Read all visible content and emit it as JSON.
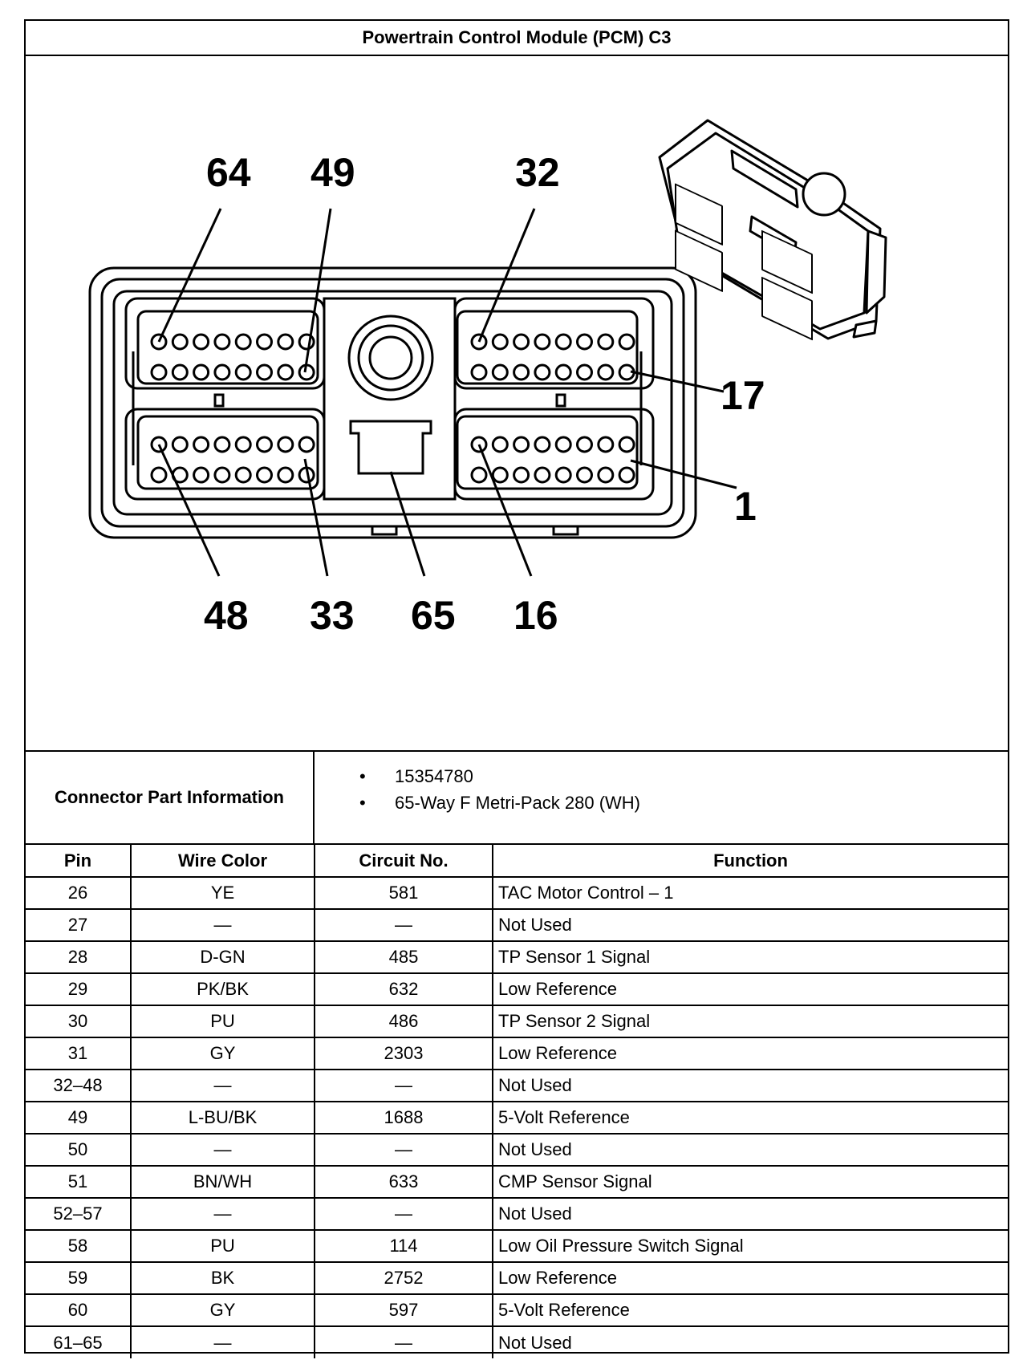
{
  "title": "Powertrain Control Module (PCM) C3",
  "diagram": {
    "pin_labels": [
      {
        "text": "64"
      },
      {
        "text": "49"
      },
      {
        "text": "32"
      },
      {
        "text": "17"
      },
      {
        "text": "1"
      },
      {
        "text": "48"
      },
      {
        "text": "33"
      },
      {
        "text": "65"
      },
      {
        "text": "16"
      }
    ]
  },
  "connector_info": {
    "label": "Connector Part Information",
    "items": [
      "15354780",
      "65-Way F Metri-Pack 280 (WH)"
    ]
  },
  "table": {
    "headers": [
      "Pin",
      "Wire Color",
      "Circuit No.",
      "Function"
    ],
    "rows": [
      [
        "26",
        "YE",
        "581",
        "TAC Motor Control – 1"
      ],
      [
        "27",
        "—",
        "—",
        "Not Used"
      ],
      [
        "28",
        "D-GN",
        "485",
        "TP Sensor 1 Signal"
      ],
      [
        "29",
        "PK/BK",
        "632",
        "Low Reference"
      ],
      [
        "30",
        "PU",
        "486",
        "TP Sensor 2 Signal"
      ],
      [
        "31",
        "GY",
        "2303",
        "Low Reference"
      ],
      [
        "32–48",
        "—",
        "—",
        "Not Used"
      ],
      [
        "49",
        "L-BU/BK",
        "1688",
        "5-Volt Reference"
      ],
      [
        "50",
        "—",
        "—",
        "Not Used"
      ],
      [
        "51",
        "BN/WH",
        "633",
        "CMP Sensor Signal"
      ],
      [
        "52–57",
        "—",
        "—",
        "Not Used"
      ],
      [
        "58",
        "PU",
        "114",
        "Low Oil Pressure Switch Signal"
      ],
      [
        "59",
        "BK",
        "2752",
        "Low Reference"
      ],
      [
        "60",
        "GY",
        "597",
        "5-Volt Reference"
      ],
      [
        "61–65",
        "—",
        "—",
        "Not Used"
      ]
    ]
  }
}
